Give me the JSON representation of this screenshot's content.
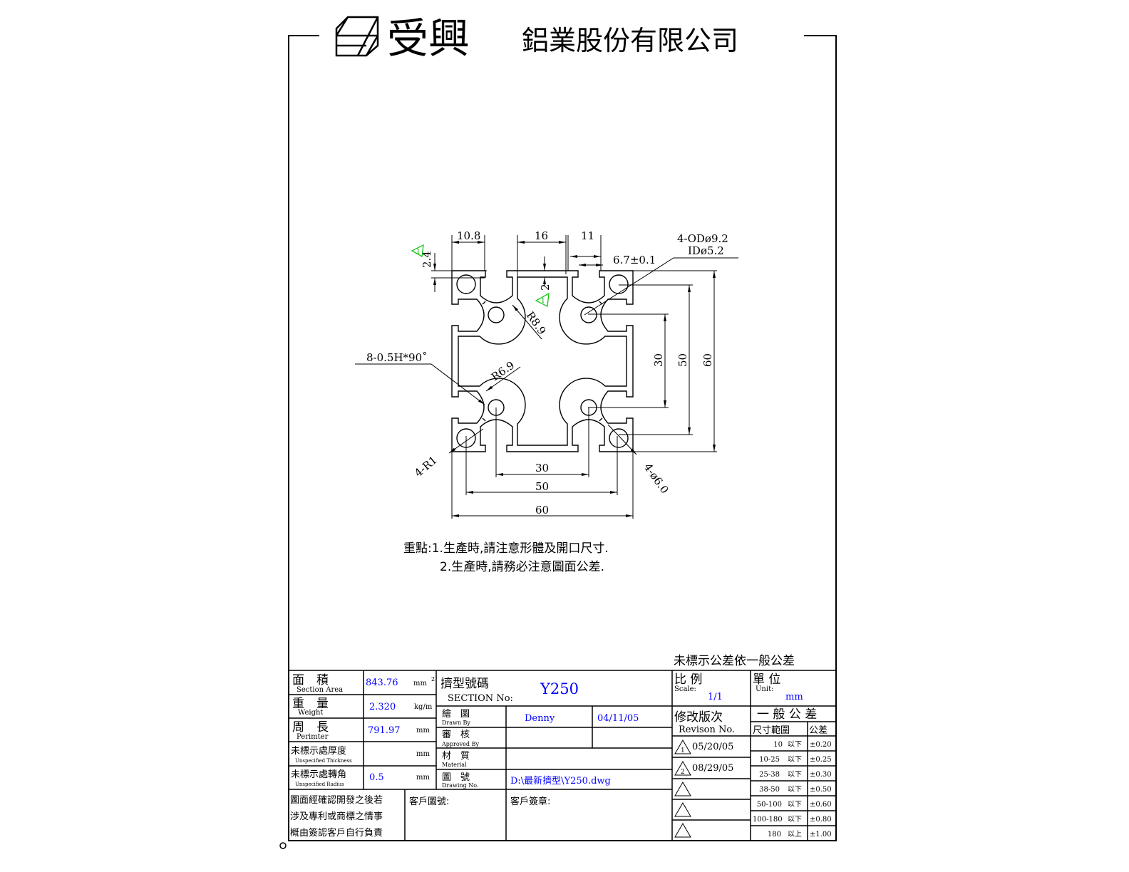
{
  "header": {
    "logo_text": "受興",
    "company_name": "鋁業股份有限公司"
  },
  "drawing": {
    "dims": {
      "top_left_width": "10.8",
      "top_slot_width": "16",
      "top_right_width": "11",
      "slot_opening": "6.7±0.1",
      "hole_od": "4-ODø9.2",
      "hole_id": "IDø5.2",
      "lip_thickness": "2.4",
      "wall_thickness": "2",
      "radius_outer": "R8.9",
      "chamfer": "8-0.5H*90˚",
      "radius_inner": "R6.9",
      "corner_radius": "4-R1",
      "corner_holes": "4-ø6.0",
      "v30": "30",
      "v50": "50",
      "v60": "60",
      "h30": "30",
      "h50": "50",
      "h60": "60"
    },
    "critical_marks": [
      "1",
      "1"
    ],
    "notes": {
      "line1": "重點:1.生產時,請注意形體及開口尺寸.",
      "line2": "2.生產時,請務必注意圖面公差."
    },
    "tolerance_caption": "未標示公差依一般公差"
  },
  "title_block": {
    "props": [
      {
        "zh": "面　積",
        "en": "Section Area",
        "value": "843.76",
        "unit": "mm",
        "sup": "2"
      },
      {
        "zh": "重　量",
        "en": "Weight",
        "value": "2.320",
        "unit": "kg/m"
      },
      {
        "zh": "周　長",
        "en": "Perimter",
        "value": "791.97",
        "unit": "mm"
      },
      {
        "zh": "未標示處厚度",
        "en": "Unspecified Thickness",
        "value": "",
        "unit": "mm"
      },
      {
        "zh": "未標示處轉角",
        "en": "Unspecified Radius",
        "value": "0.5",
        "unit": "mm"
      }
    ],
    "section_no": {
      "zh": "擠型號碼",
      "en": "SECTION No:",
      "value": "Y250"
    },
    "drawn_by": {
      "zh": "繪　圖",
      "en": "Drawn By",
      "name": "Denny",
      "date": "04/11/05"
    },
    "approved_by": {
      "zh": "審　核",
      "en": "Approved By"
    },
    "material": {
      "zh": "材　質",
      "en": "Material"
    },
    "drawing_no": {
      "zh": "圖　號",
      "en": "Drawing No.",
      "value": "D:\\最新擠型\\Y250.dwg"
    },
    "disclaimer": [
      "圖面經確認開發之後若",
      "涉及專利或商標之情事",
      "概由簽認客戶自行負責"
    ],
    "customer_drawing_no": "客戶圖號:",
    "customer_signature": "客戶簽章:",
    "scale": {
      "zh": "比 例",
      "en": "Scale:",
      "value": "1/1"
    },
    "unit": {
      "zh": "單 位",
      "en": "Unit:",
      "value": "mm"
    },
    "revision": {
      "zh": "修改版次",
      "en": "Revison No.",
      "rows": [
        {
          "mark": "1",
          "date": "05/20/05"
        },
        {
          "mark": "2",
          "date": "08/29/05"
        },
        {
          "mark": "",
          "date": ""
        },
        {
          "mark": "",
          "date": ""
        },
        {
          "mark": "",
          "date": ""
        }
      ]
    },
    "general_tolerance": {
      "title": "一 般 公 差",
      "col_range": "尺寸範圍",
      "col_tol": "公差",
      "rows": [
        {
          "range": "10",
          "qual": "以下",
          "tol": "±0.20"
        },
        {
          "range": "10-25",
          "qual": "以下",
          "tol": "±0.25"
        },
        {
          "range": "25-38",
          "qual": "以下",
          "tol": "±0.30"
        },
        {
          "range": "38-50",
          "qual": "以下",
          "tol": "±0.50"
        },
        {
          "range": "50-100",
          "qual": "以下",
          "tol": "±0.60"
        },
        {
          "range": "100-180",
          "qual": "以下",
          "tol": "±0.80"
        },
        {
          "range": "180",
          "qual": "以上",
          "tol": "±1.00"
        }
      ]
    }
  }
}
